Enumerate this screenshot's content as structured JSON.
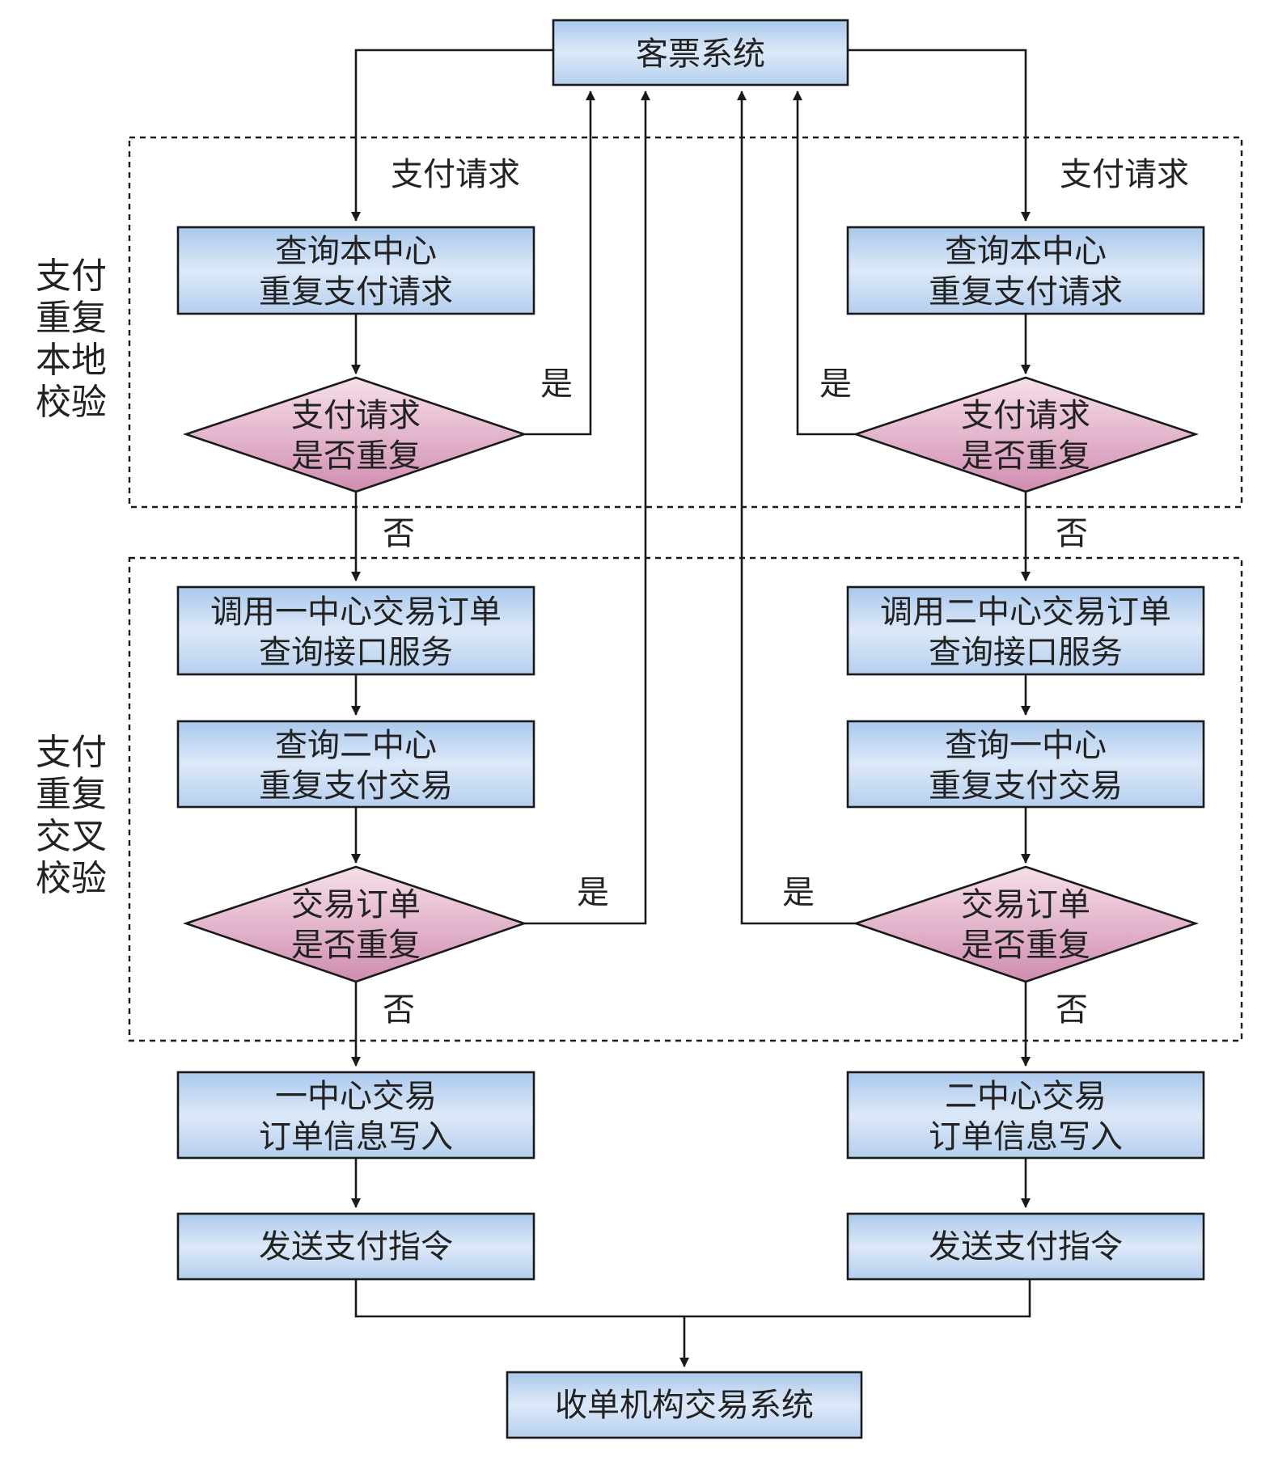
{
  "top_node": "客票系统",
  "bottom_node": "收单机构交易系统",
  "groups": {
    "local_check": "支付重复本地校验",
    "cross_check": "支付重复交叉校验"
  },
  "left": {
    "request_label": "支付请求",
    "query_local": [
      "查询本中心",
      "重复支付请求"
    ],
    "decision_local": [
      "支付请求",
      "是否重复"
    ],
    "call_service": [
      "调用一中心交易订单",
      "查询接口服务"
    ],
    "query_other": [
      "查询二中心",
      "重复支付交易"
    ],
    "decision_cross": [
      "交易订单",
      "是否重复"
    ],
    "write_order": [
      "一中心交易",
      "订单信息写入"
    ],
    "send": "发送支付指令"
  },
  "right": {
    "request_label": "支付请求",
    "query_local": [
      "查询本中心",
      "重复支付请求"
    ],
    "decision_local": [
      "支付请求",
      "是否重复"
    ],
    "call_service": [
      "调用二中心交易订单",
      "查询接口服务"
    ],
    "query_other": [
      "查询一中心",
      "重复支付交易"
    ],
    "decision_cross": [
      "交易订单",
      "是否重复"
    ],
    "write_order": [
      "二中心交易",
      "订单信息写入"
    ],
    "send": "发送支付指令"
  },
  "edge_labels": {
    "yes": "是",
    "no": "否"
  },
  "colors": {
    "box_fill_top": "#aac8ec",
    "box_fill_mid": "#dde9f8",
    "diamond_fill_top": "#f3d3e1",
    "diamond_fill_bottom": "#d391b2",
    "stroke": "#1a1a1a"
  }
}
